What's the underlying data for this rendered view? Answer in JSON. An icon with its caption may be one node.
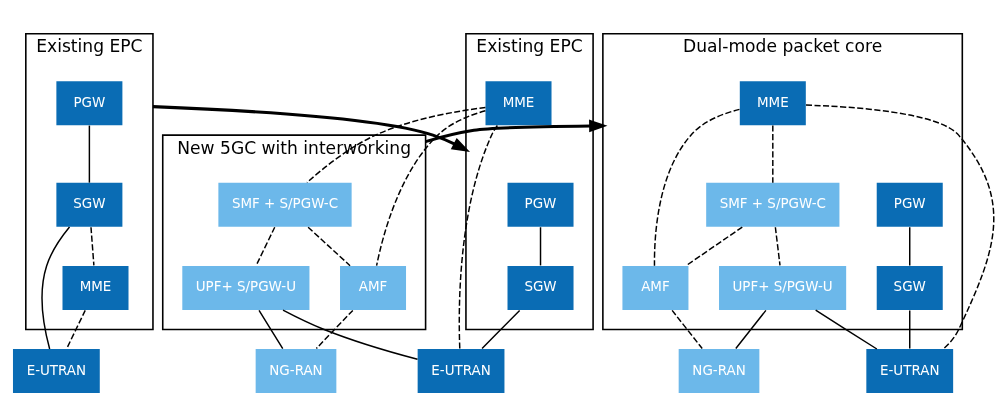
{
  "diagram": {
    "nodes": [
      {
        "text": [
          "Existing EPC"
        ]
      },
      {
        "text": [
          "PGW"
        ],
        "in": 0
      },
      {
        "text": [
          "SGW"
        ],
        "in": 0
      },
      {
        "text": [
          "MME"
        ],
        "in": 0
      },
      {
        "text": [
          "E-UTRAN"
        ]
      },
      {
        "text": [
          "Existing EPC"
        ]
      },
      {
        "text": [
          "PGW"
        ],
        "in": 5
      },
      {
        "text": [
          "SGW"
        ],
        "in": 5
      },
      {
        "text": [
          "MME"
        ],
        "in": 5
      },
      {
        "text": [
          "E-UTRAN"
        ]
      },
      {
        "text": [
          "New 5GC with interworking"
        ]
      },
      {
        "text": [
          "SMF + S/PGW-C"
        ],
        "in": 10
      },
      {
        "text": [
          "UPF+ S/PGW-U"
        ],
        "in": 10
      },
      {
        "text": [
          "AMF"
        ],
        "in": 10
      },
      {
        "text": [
          "NG-RAN"
        ]
      },
      {
        "text": [
          "Dual-mode packet core"
        ]
      },
      {
        "text": [
          "PGW"
        ],
        "in": 15
      },
      {
        "text": [
          "SGW"
        ],
        "in": 15
      },
      {
        "text": [
          "MME"
        ],
        "in": 15
      },
      {
        "text": [
          "SMF + S/PGW-C"
        ],
        "in": 15
      },
      {
        "text": [
          "UPF+ S/PGW-U"
        ],
        "in": 15
      },
      {
        "text": [
          "AMF"
        ],
        "in": 15
      },
      {
        "text": [
          "E-UTRAN"
        ]
      },
      {
        "text": [
          "NG-RAN"
        ]
      }
    ],
    "edges": [
      {
        "from": 1,
        "to": 2,
        "arrow": "none"
      },
      {
        "from": 2,
        "to": 4,
        "arrow": "none"
      },
      {
        "from": 2,
        "to": 3,
        "arrow": "none",
        "style": "dashed"
      },
      {
        "from": 3,
        "to": 4,
        "arrow": "none",
        "style": "dashed"
      },
      {
        "from": 0,
        "to": 5,
        "arrow": "to",
        "style": "thick"
      },
      {
        "from": 6,
        "to": 7,
        "arrow": "none"
      },
      {
        "from": 7,
        "to": 9,
        "arrow": "none"
      },
      {
        "from": 8,
        "to": 9,
        "arrow": "none",
        "style": "dashed"
      },
      {
        "from": 8,
        "to": 11,
        "arrow": "none",
        "style": "dashed"
      },
      {
        "from": 8,
        "to": 13,
        "arrow": "none",
        "style": "dashed"
      },
      {
        "from": 11,
        "to": 12,
        "arrow": "none",
        "style": "dashed"
      },
      {
        "from": 11,
        "to": 13,
        "arrow": "none",
        "style": "dashed"
      },
      {
        "from": 12,
        "to": 9,
        "arrow": "none"
      },
      {
        "from": 12,
        "to": 14,
        "arrow": "none"
      },
      {
        "from": 13,
        "to": 14,
        "arrow": "none",
        "style": "dashed"
      },
      {
        "from": 10,
        "to": 15,
        "arrow": "to",
        "style": "thick"
      },
      {
        "from": 16,
        "to": 17,
        "arrow": "none"
      },
      {
        "from": 17,
        "to": 22,
        "arrow": "none"
      },
      {
        "from": 18,
        "to": 22,
        "arrow": "none",
        "style": "dashed"
      },
      {
        "from": 18,
        "to": 19,
        "arrow": "none",
        "style": "dashed"
      },
      {
        "from": 18,
        "to": 21,
        "arrow": "none",
        "style": "dashed"
      },
      {
        "from": 19,
        "to": 20,
        "arrow": "none",
        "style": "dashed"
      },
      {
        "from": 19,
        "to": 21,
        "arrow": "none",
        "style": "dashed"
      },
      {
        "from": 20,
        "to": 22,
        "arrow": "none"
      },
      {
        "from": 20,
        "to": 23,
        "arrow": "none"
      },
      {
        "from": 21,
        "to": 23,
        "arrow": "none",
        "style": "dashed"
      }
    ]
  }
}
